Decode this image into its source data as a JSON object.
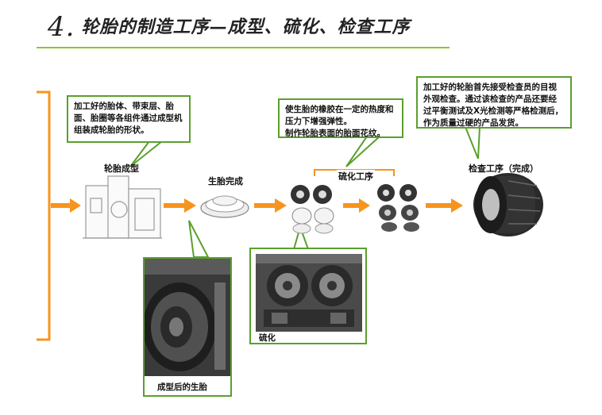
{
  "title": {
    "number": "4.",
    "text": "轮胎的制造工序—成型、硫化、检查工序"
  },
  "colors": {
    "accent_orange": "#f7941d",
    "accent_green": "#5aa02c",
    "title_line": "#8ac926"
  },
  "callouts": {
    "building": "加工好的胎体、带束层、胎面、胎圈等各组件通过成型机组装成轮胎的形状。",
    "curing": "使生胎的橡胶在一定的热度和压力下增强弹性。\n制作轮胎表面的胎面花纹。",
    "inspection": "加工好的轮胎首先接受检查员的目视外观检查。通过该检查的产品还要经过平衡测试及X光检测等严格检测后，作为质量过硬的产品发货。"
  },
  "labels": {
    "building": "轮胎成型",
    "green_tire": "生胎完成",
    "curing": "硫化工序",
    "inspection": "检查工序（完成）"
  },
  "photos": {
    "building_caption": "成型后的生胎",
    "curing_caption": "硫化"
  }
}
